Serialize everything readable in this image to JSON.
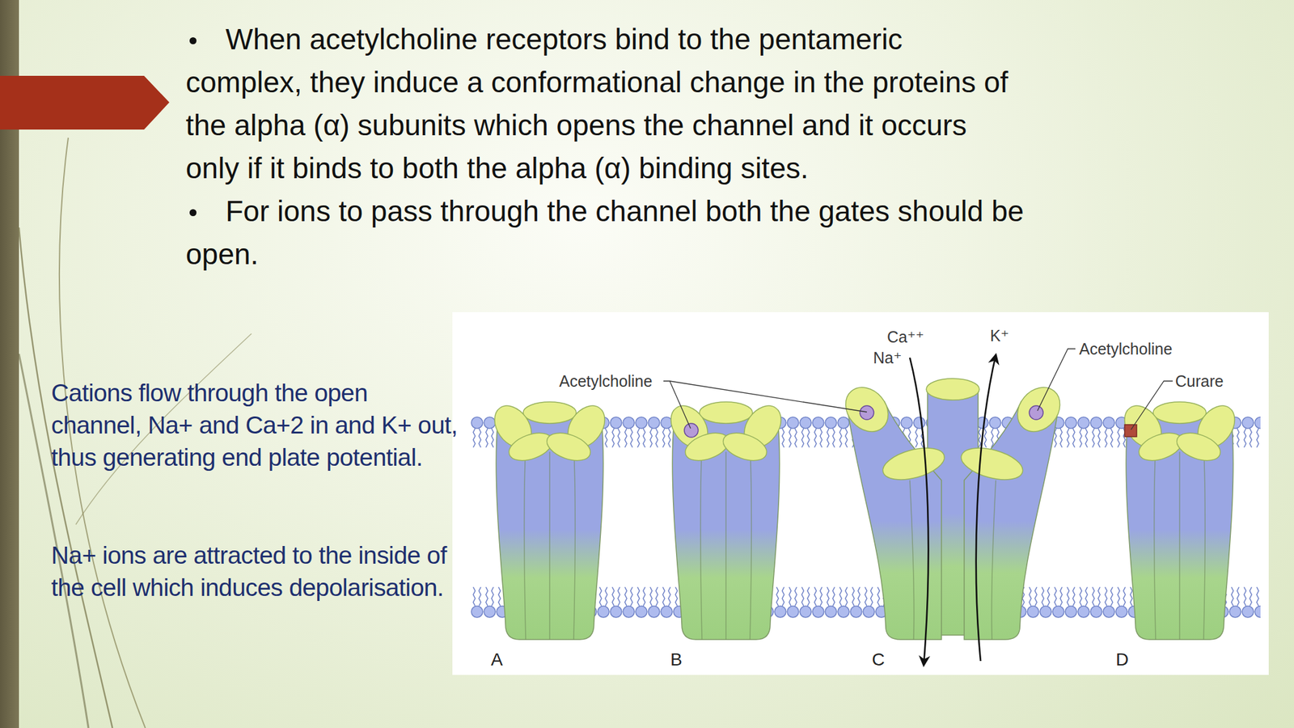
{
  "diagram": {
    "labels": [
      "When acetylcholine receptors bind to the pentameric complex, they induce a conformational change in the proteins of the alpha (α) subunits which opens the channel and it occurs only if it binds to both the alpha (α) binding sites.",
      "For ions to pass through the channel both the gates should be open.",
      "Cations flow through the open channel, Na+ and Ca+2 in and K+ out, thus generating end plate potential.",
      "Na+ ions are attracted to the inside of the cell which induces depolarisation.",
      "Acetylcholine",
      "Ca⁺⁺",
      "Na⁺",
      "K⁺",
      "Acetylcholine",
      "Curare",
      "A",
      "B",
      "C",
      "D"
    ]
  }
}
